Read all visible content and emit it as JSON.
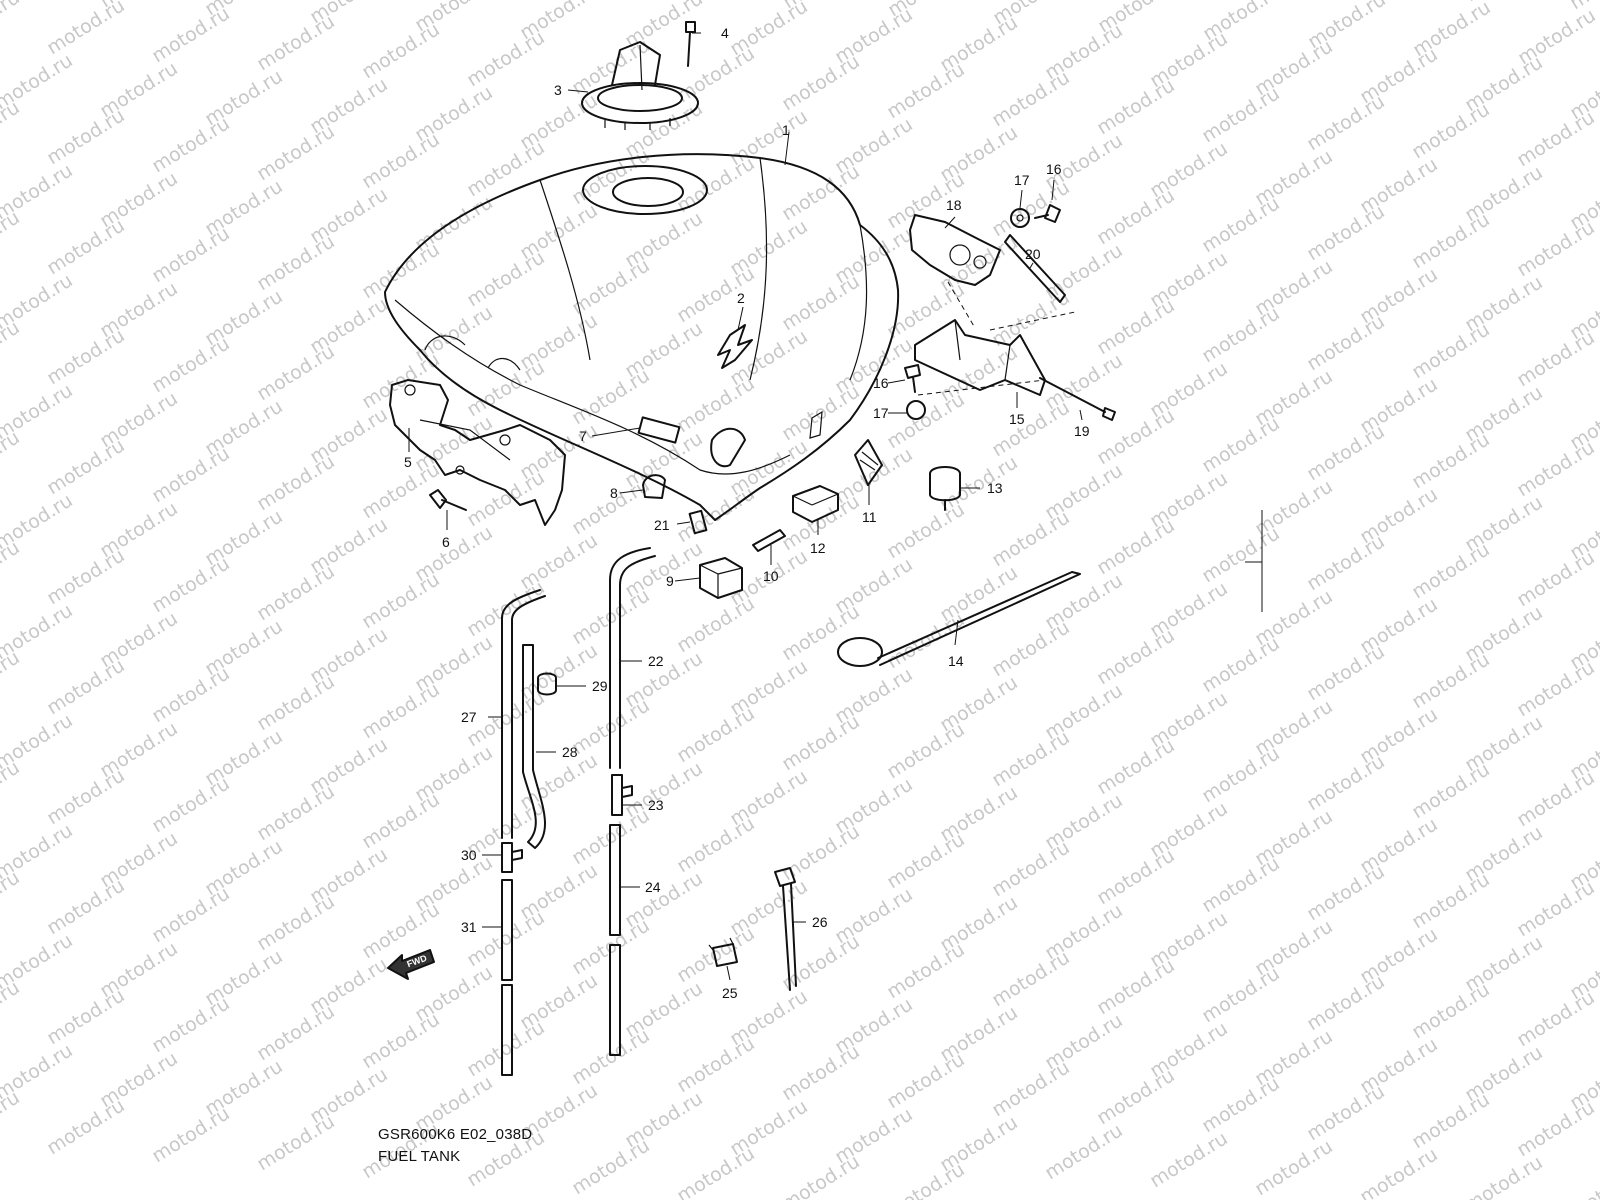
{
  "diagram": {
    "code": "GSR600K6 E02_038D",
    "title": "FUEL TANK",
    "watermark": "motod.ru",
    "direction_badge": "FWD",
    "callouts": [
      "1",
      "2",
      "3",
      "4",
      "5",
      "6",
      "7",
      "8",
      "9",
      "10",
      "11",
      "12",
      "13",
      "14",
      "15",
      "16",
      "16",
      "17",
      "17",
      "18",
      "19",
      "20",
      "21",
      "22",
      "23",
      "24",
      "25",
      "26",
      "27",
      "28",
      "29",
      "30",
      "31"
    ]
  },
  "colors": {
    "line": "#111111",
    "watermark": "#c8c8c8",
    "background": "#ffffff"
  }
}
